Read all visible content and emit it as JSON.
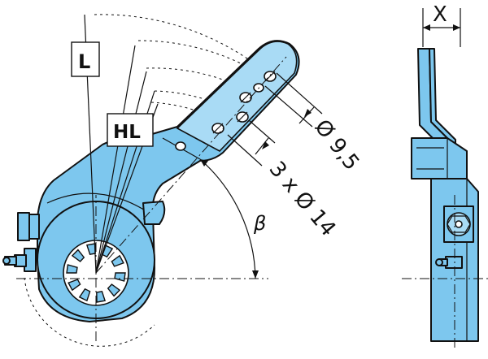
{
  "labels": {
    "arm_length": "L",
    "hole_line": "HL",
    "angle": "β",
    "single_hole": "Ø 9,5",
    "hole_set": "3 x Ø 14",
    "width": "X"
  },
  "colors": {
    "part_fill": "#7dc7ee",
    "part_highlight": "#a9dbf5",
    "outline": "#111111",
    "background": "#ffffff"
  }
}
